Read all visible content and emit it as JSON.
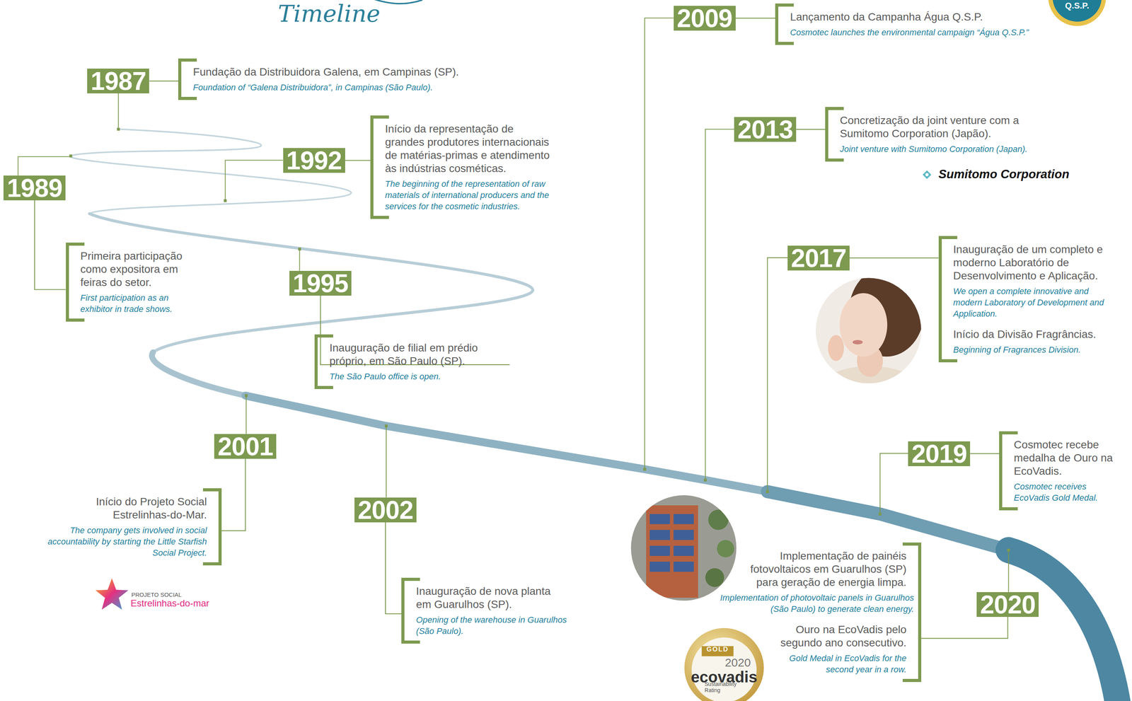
{
  "diagram": {
    "title": "Timeline",
    "nodes": [
      {
        "text": [
          "1987"
        ]
      },
      {
        "text": [
          "Fundação da Distribuidora Galena, em Campinas (SP).",
          "Foundation of “Galena Distribuidora”, in Campinas (São Paulo)."
        ]
      },
      {
        "text": [
          "1989"
        ]
      },
      {
        "text": [
          "Primeira participação como expositora em feiras do setor.",
          "First participation as an exhibitor in trade shows."
        ]
      },
      {
        "text": [
          "1992"
        ]
      },
      {
        "text": [
          "Início da representação de grandes produtores internacionais de matérias-primas e atendimento às indústrias cosméticas.",
          "The beginning of the representation of raw materials of international producers and the services for the cosmetic industries."
        ]
      },
      {
        "text": [
          "1995"
        ]
      },
      {
        "text": [
          "Inauguração de filial em prédio próprio, em São Paulo (SP).",
          "The São Paulo office is open."
        ]
      },
      {
        "text": [
          "2001"
        ]
      },
      {
        "text": [
          "Início do Projeto Social Estrelinhas-do-Mar.",
          "The company gets involved in social accountability by starting the Little Starfish Social Project."
        ]
      },
      {
        "text": [
          "2002"
        ]
      },
      {
        "text": [
          "Inauguração de nova planta em Guarulhos (SP).",
          "Opening of the warehouse in Guarulhos (São Paulo)."
        ]
      },
      {
        "text": [
          "2009"
        ]
      },
      {
        "text": [
          "Lançamento da Campanha Água Q.S.P.",
          "Cosmotec launches the environmental campaign “Água Q.S.P.”"
        ]
      },
      {
        "text": [
          "2013"
        ]
      },
      {
        "text": [
          "Concretização da joint venture com a Sumitomo Corporation (Japão).",
          "Joint venture with Sumitomo Corporation (Japan)."
        ]
      },
      {
        "text": [
          "2017"
        ]
      },
      {
        "text": [
          "Inauguração de um completo e moderno Laboratório de Desenvolvimento e Aplicação.",
          "We open a complete innovative and modern Laboratory of Development and Application.",
          "Início da Divisão Fragrâncias.",
          "Beginning of Fragrances Division."
        ]
      },
      {
        "text": [
          "2019"
        ]
      },
      {
        "text": [
          "Cosmotec recebe medalha de Ouro na EcoVadis.",
          "Cosmotec receives EcoVadis Gold Medal."
        ]
      },
      {
        "text": [
          "2020"
        ]
      },
      {
        "text": [
          "Implementação de painéis fotovoltaicos em Guarulhos (SP) para geração de energia limpa.",
          "Implementation of photovoltaic panels in Guarulhos (São Paulo) to generate clean energy.",
          "Ouro na EcoVadis pelo segundo ano consecutivo.",
          "Gold Medal in EcoVadis for the second year in a row."
        ]
      }
    ],
    "edges": [
      {
        "from": 0,
        "to": 1,
        "arrow": "none"
      },
      {
        "from": 2,
        "to": 3,
        "arrow": "none"
      },
      {
        "from": 4,
        "to": 5,
        "arrow": "none"
      },
      {
        "from": 6,
        "to": 7,
        "arrow": "none"
      },
      {
        "from": 8,
        "to": 9,
        "arrow": "none"
      },
      {
        "from": 10,
        "to": 11,
        "arrow": "none"
      },
      {
        "from": 12,
        "to": 13,
        "arrow": "none"
      },
      {
        "from": 14,
        "to": 15,
        "arrow": "none"
      },
      {
        "from": 16,
        "to": 17,
        "arrow": "none"
      },
      {
        "from": 18,
        "to": 19,
        "arrow": "none"
      },
      {
        "from": 20,
        "to": 21,
        "arrow": "none"
      }
    ],
    "labels": [
      "Sumitomo Corporation",
      "PROJETO SOCIAL",
      "Estrelinhas-do-mar",
      "GOLD",
      "2020",
      "ecovadis",
      "Sustainability Rating",
      "Q.S.P."
    ]
  }
}
